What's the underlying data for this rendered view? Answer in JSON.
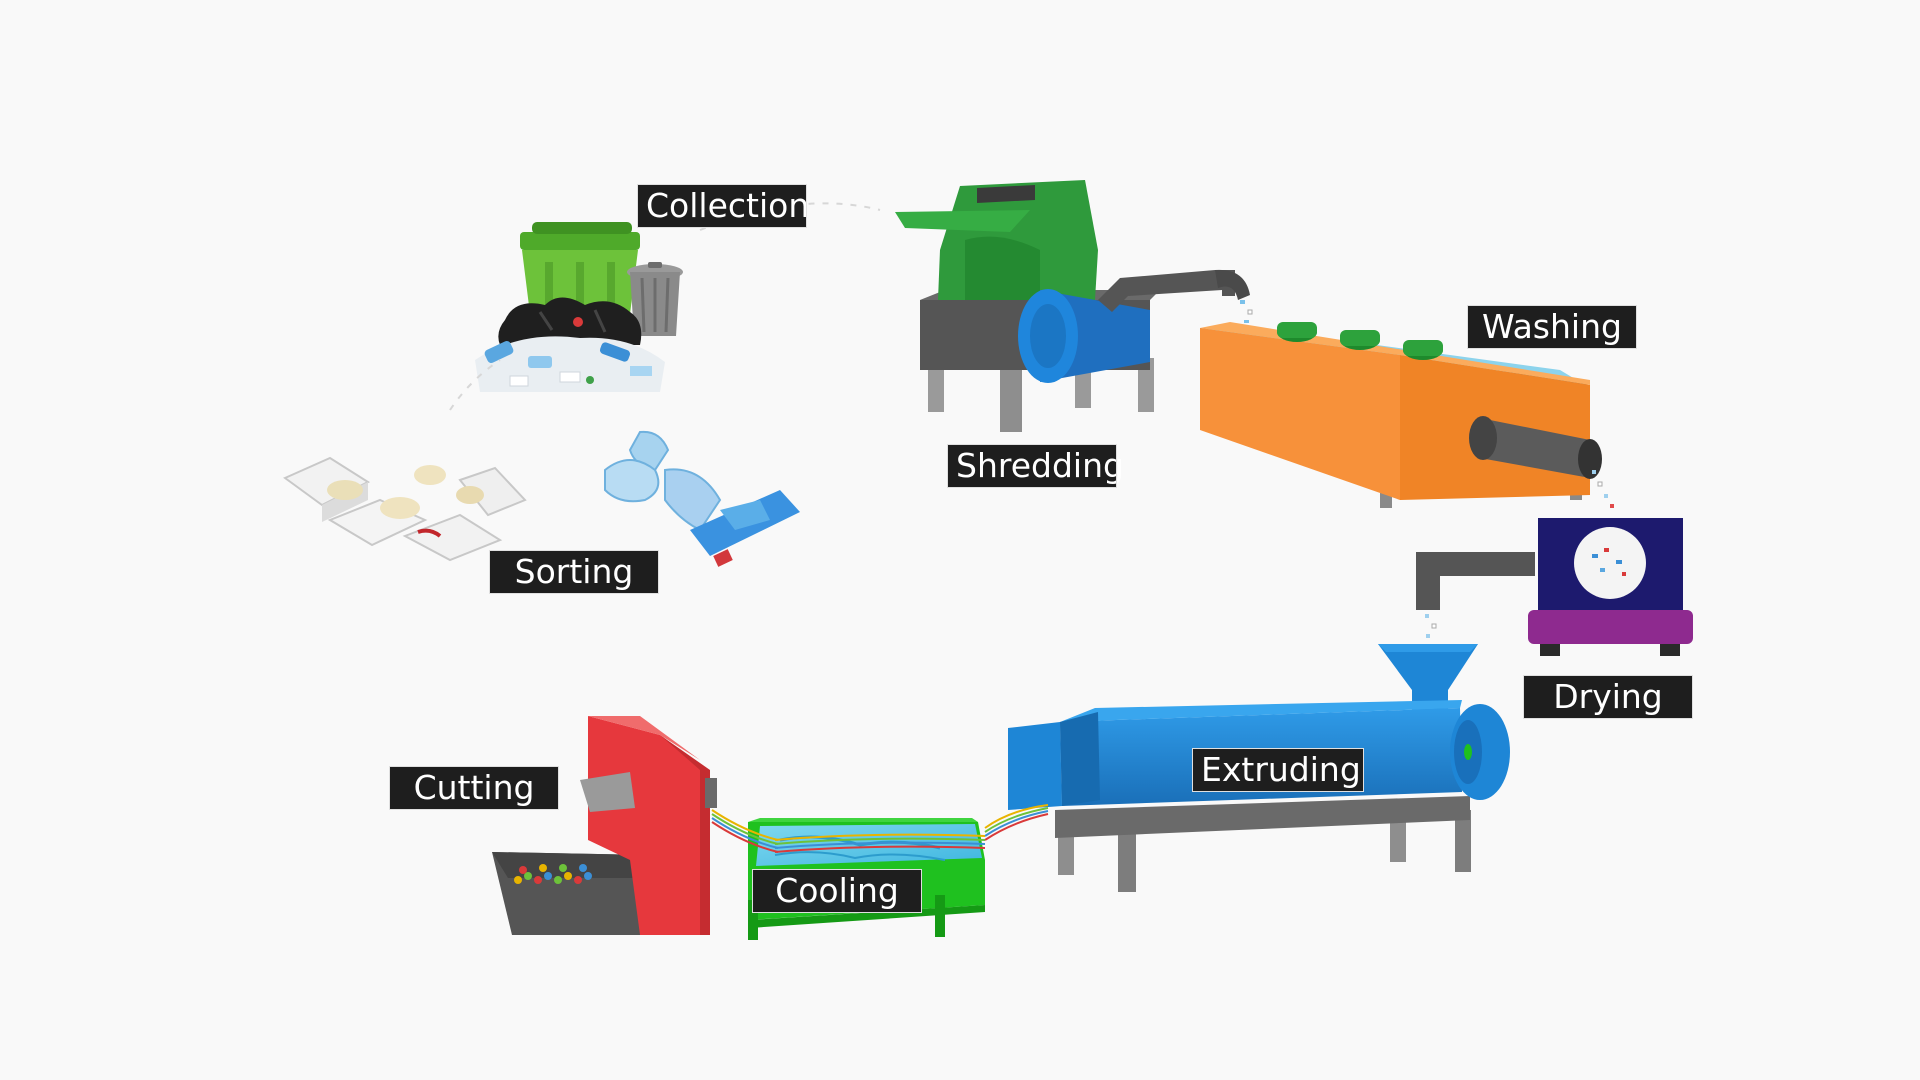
{
  "diagram": {
    "stages": {
      "collection": "Collection",
      "sorting": "Sorting",
      "shredding": "Shredding",
      "washing": "Washing",
      "drying": "Drying",
      "extruding": "Extruding",
      "cooling": "Cooling",
      "cutting": "Cutting"
    }
  },
  "colors": {
    "bin_green": "#6dc23a",
    "shredder_green": "#2f9a3c",
    "washer_orange": "#f7913a",
    "dryer_navy": "#1d1a6e",
    "dryer_purple": "#8e2a8f",
    "extruder_blue": "#1e86d6",
    "cooler_green": "#1fc11f",
    "cutter_red": "#e6383d",
    "machine_gray": "#7d7d7d",
    "label_bg": "#1e1e1e"
  }
}
